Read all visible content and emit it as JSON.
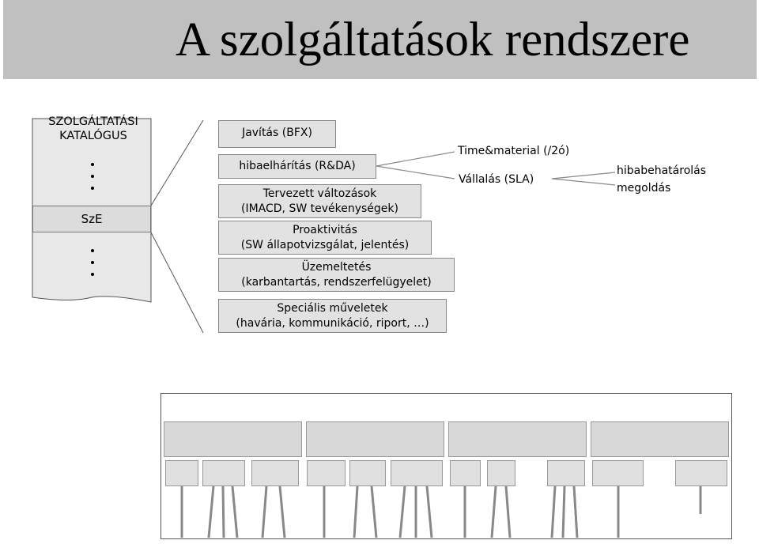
{
  "title": "A szolgáltatások rendszere",
  "catalog": {
    "line1": "SZOLGÁLTATÁSI",
    "line2": "KATALÓGUS",
    "selected_item": "SzE"
  },
  "services": [
    {
      "lines": [
        "Javítás (BFX)"
      ]
    },
    {
      "lines": [
        "hibaelhárítás (R&DA)"
      ]
    },
    {
      "lines": [
        "Tervezett változások",
        "(IMACD, SW tevékenységek)"
      ]
    },
    {
      "lines": [
        "Proaktivitás",
        "(SW állapotvizsgálat, jelentés)"
      ]
    },
    {
      "lines": [
        "Üzemeltetés",
        "(karbantartás, rendszerfelügyelet)"
      ]
    },
    {
      "lines": [
        "Speciális műveletek",
        "(havária, kommunikáció, riport, …)"
      ]
    }
  ],
  "commitment": {
    "time_material": "Time&material (/2ó)",
    "sla": "Vállalás (SLA)"
  },
  "outcomes": {
    "first": "hibabehatárolás",
    "second": "megoldás"
  },
  "colors": {
    "title_background": "#c0c0c0",
    "box_fill": "#e2e2e2",
    "connector": "#888888"
  }
}
